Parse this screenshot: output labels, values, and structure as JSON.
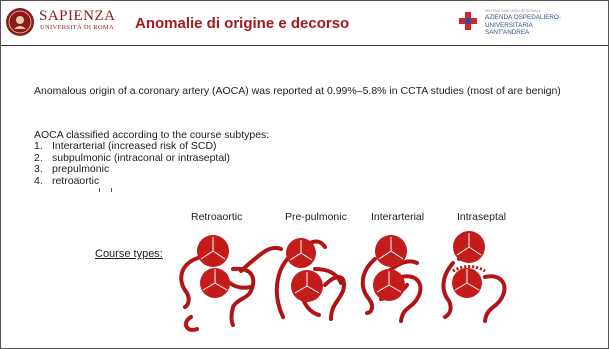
{
  "header": {
    "university_name": "SAPIENZA",
    "university_sub": "UNIVERSITÀ DI ROMA",
    "title": "Anomalie di origine e decorso",
    "hospital_tiny": "SISTEMA SANITARIO REGIONALE",
    "hospital_line1": "AZIENDA OSPEDALIERO-UNIVERSITARIA",
    "hospital_line2": "SANT'ANDREA"
  },
  "body": {
    "paragraph": "Anomalous origin of a coronary artery (AOCA) was reported at 0.99%–5.8% in CCTA studies (most of are benign)",
    "list_intro": "AOCA classified according to the course subtypes:",
    "list": [
      {
        "num": "1.",
        "text": "Interarterial (increased risk of SCD)"
      },
      {
        "num": "2.",
        "text": "subpulmonic (intraconal or intraseptal)"
      },
      {
        "num": "3.",
        "text": "prepulmonic"
      },
      {
        "num": "4.",
        "text": "retroaortic"
      }
    ]
  },
  "diagram": {
    "course_label": "Course types:",
    "types": [
      "Retroaortic",
      "Pre-pulmonic",
      "Interarterial",
      "Intraseptal"
    ]
  },
  "colors": {
    "brand": "#8b1a1a",
    "vessel": "#b01414",
    "hospital_blue": "#2f4f8f",
    "hospital_red": "#d6242a"
  }
}
